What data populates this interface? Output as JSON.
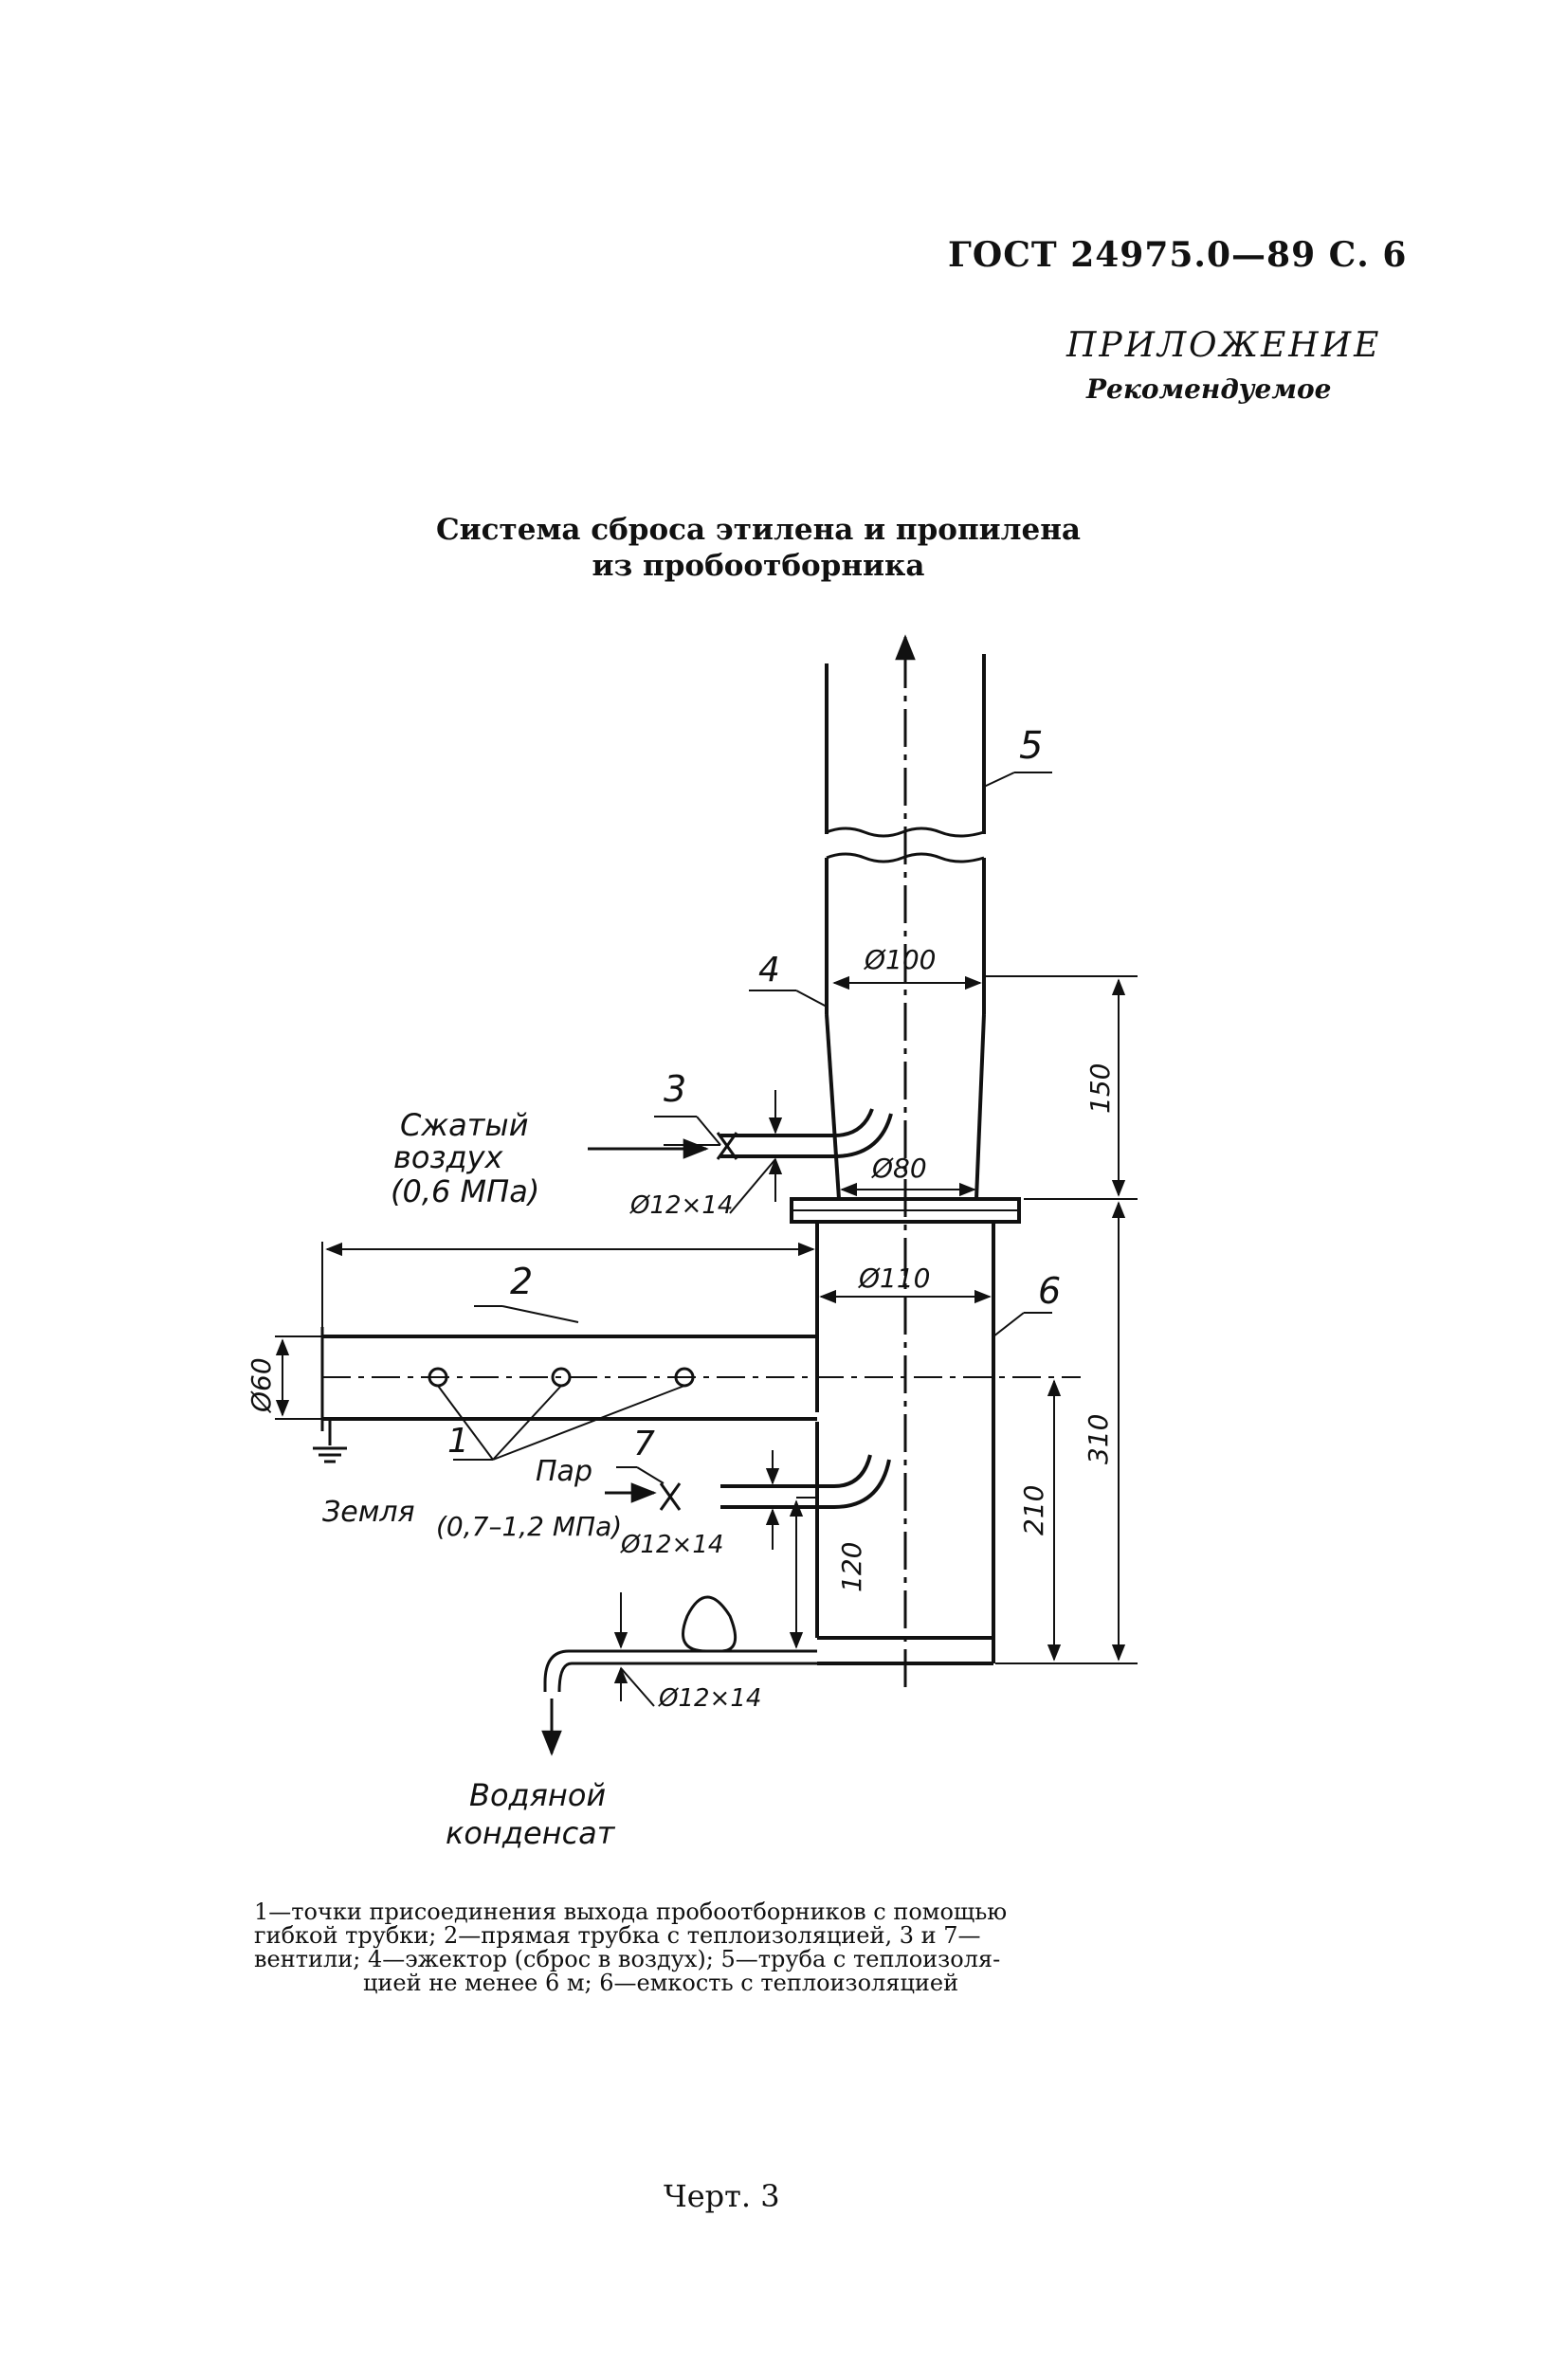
{
  "header": {
    "doc_code": "ГОСТ 24975.0—89 С. 6",
    "appendix_title": "ПРИЛОЖЕНИЕ",
    "appendix_status": "Рекомендуемое"
  },
  "figure": {
    "title_line1": "Система сброса этилена и пропилена",
    "title_line2": "из пробоотборника",
    "callouts": {
      "n1": "1",
      "n2": "2",
      "n3": "3",
      "n4": "4",
      "n5": "5",
      "n6": "6",
      "n7": "7"
    },
    "labels": {
      "air_line1": "Сжатый",
      "air_line2": "воздух",
      "air_line3": "(0,6 МПа)",
      "steam": "Пар",
      "steam_pressure": "(0,7–1,2 МПа)",
      "ground": "Земля",
      "water_line1": "Водяной",
      "water_line2": "конденсат"
    },
    "dimensions": {
      "d100": "Ø100",
      "d80": "Ø80",
      "d110": "Ø110",
      "d60": "Ø60",
      "tube_air": "Ø12×14",
      "tube_steam": "Ø12×14",
      "tube_drain": "Ø12×14",
      "h150": "150",
      "h310": "310",
      "h210": "210",
      "h120": "120"
    }
  },
  "caption": {
    "line1": "1—точки присоединения выхода пробоотборников с помощью",
    "line2": "гибкой трубки; 2—прямая трубка с теплоизоляцией, 3 и 7—",
    "line3": "вентили; 4—эжектор (сброс в воздух); 5—труба с теплоизоля-",
    "line4": "цией не менее 6 м; 6—емкость с теплоизоляцией"
  },
  "figure_number": "Черт. 3"
}
